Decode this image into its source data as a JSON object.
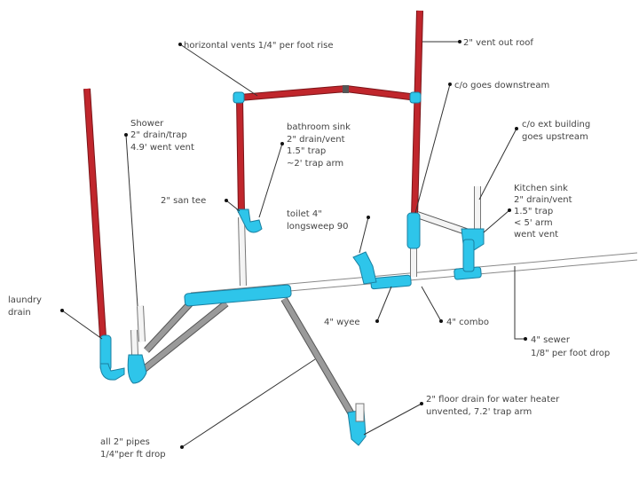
{
  "title": "Residential drain, waste and vent plumbing layout",
  "colors": {
    "vent": "#c0262c",
    "fitting": "#2ec5ea",
    "drain": "#9a9a9a"
  },
  "labels": {
    "horizontal_vents": "horizontal vents 1/4\" per foot rise",
    "vent_out_roof": "2\" vent out roof",
    "co_downstream": "c/o goes downstream",
    "co_ext": [
      "c/o ext building",
      "goes upstream"
    ],
    "shower": [
      "Shower",
      "2\" drain/trap",
      "4.9' went vent"
    ],
    "bathroom_sink": [
      "bathroom sink",
      "2\" drain/vent",
      "1.5\" trap",
      "~2' trap arm"
    ],
    "san_tee": "2\" san tee",
    "toilet": [
      "toilet 4\"",
      "longsweep 90"
    ],
    "kitchen_sink": [
      "Kitchen sink",
      "2\" drain/vent",
      "1.5\" trap",
      "< 5' arm",
      "went vent"
    ],
    "laundry": [
      "laundry",
      "drain"
    ],
    "wyee": "4\" wyee",
    "combo": "4\" combo",
    "sewer": [
      "4\" sewer",
      "1/8\" per foot drop"
    ],
    "floor_drain": [
      "2\" floor drain for water heater",
      "unvented, 7.2' trap arm"
    ],
    "all_pipes": [
      "all 2\" pipes",
      "1/4\"per ft drop"
    ]
  }
}
